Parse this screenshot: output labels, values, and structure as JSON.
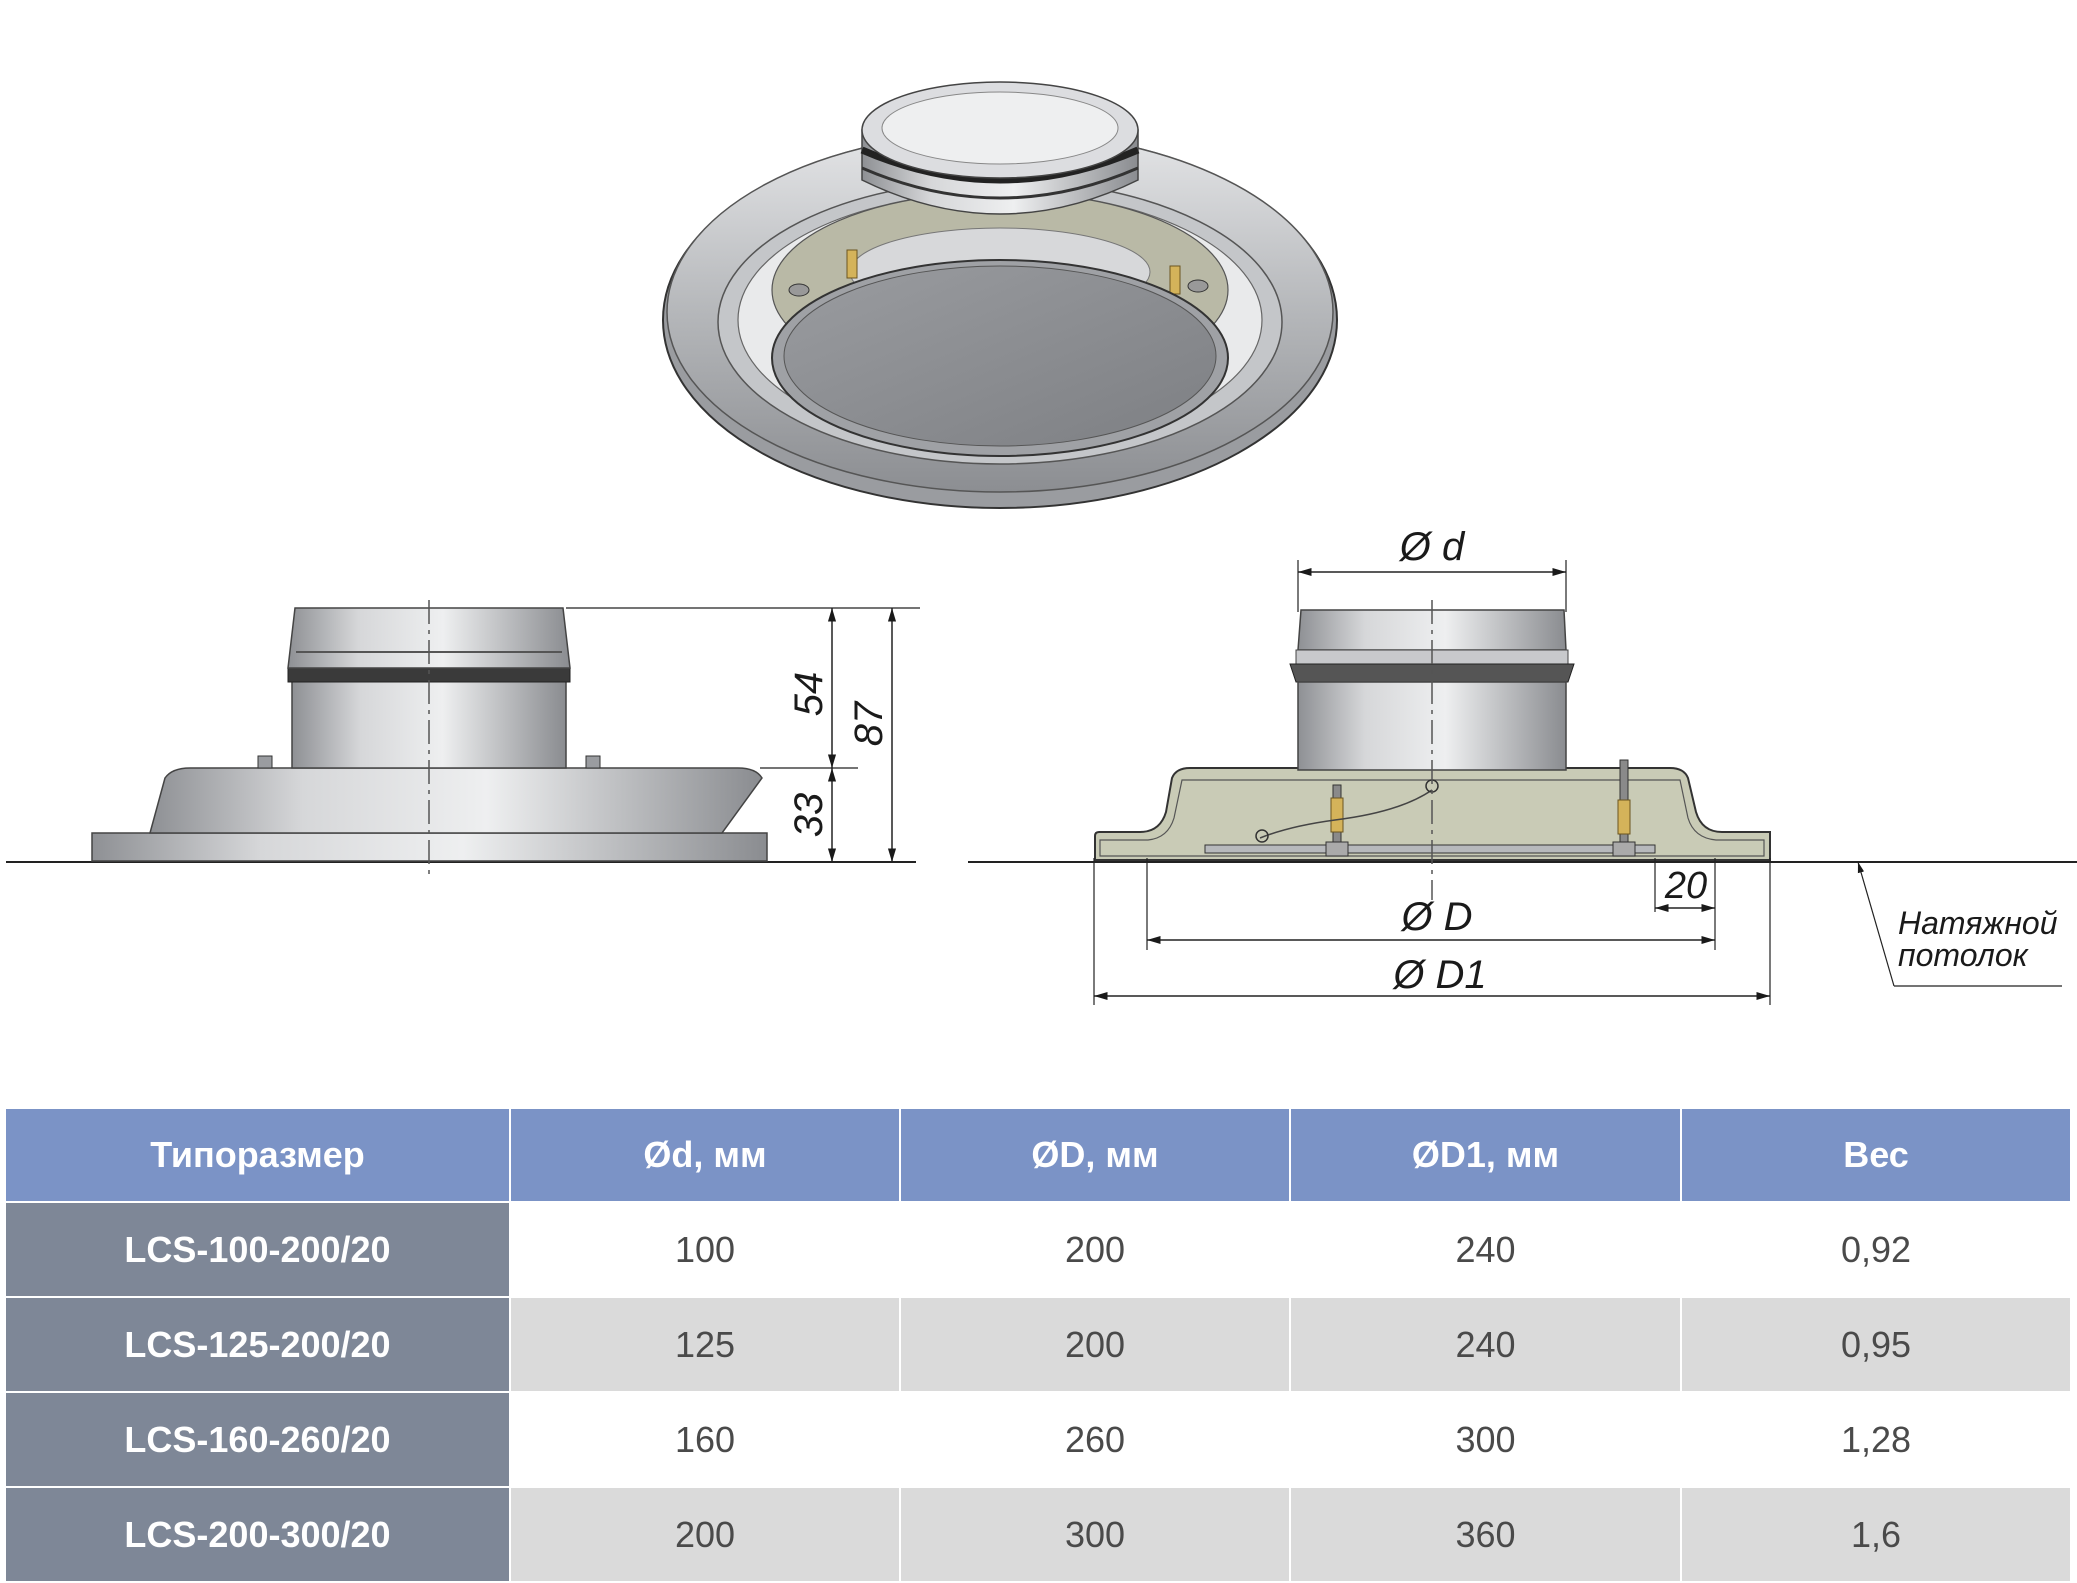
{
  "drawing": {
    "dimensions": {
      "height_top": "54",
      "height_bottom": "33",
      "height_total": "87",
      "diameter_d": "Ø d",
      "diameter_D": "Ø D",
      "diameter_D1": "Ø D1",
      "flange_offset": "20"
    },
    "ceiling_note": {
      "line1": "Натяжной",
      "line2": "потолок"
    }
  },
  "table": {
    "headers": [
      "Типоразмер",
      "Ød, мм",
      "ØD, мм",
      "ØD1, мм",
      "Вес"
    ],
    "rows": [
      {
        "model": "LCS-100-200/20",
        "d": "100",
        "D": "200",
        "D1": "240",
        "weight": "0,92"
      },
      {
        "model": "LCS-125-200/20",
        "d": "125",
        "D": "200",
        "D1": "240",
        "weight": "0,95"
      },
      {
        "model": "LCS-160-260/20",
        "d": "160",
        "D": "260",
        "D1": "300",
        "weight": "1,28"
      },
      {
        "model": "LCS-200-300/20",
        "d": "200",
        "D": "300",
        "D1": "360",
        "weight": "1,6"
      }
    ]
  },
  "colors": {
    "header_bg": "#7b93c6",
    "model_col_bg": "#7e8797",
    "row_alt_bg": "#dadada",
    "metal": "#b9bbbe",
    "insulation": "#c9cbb6"
  }
}
